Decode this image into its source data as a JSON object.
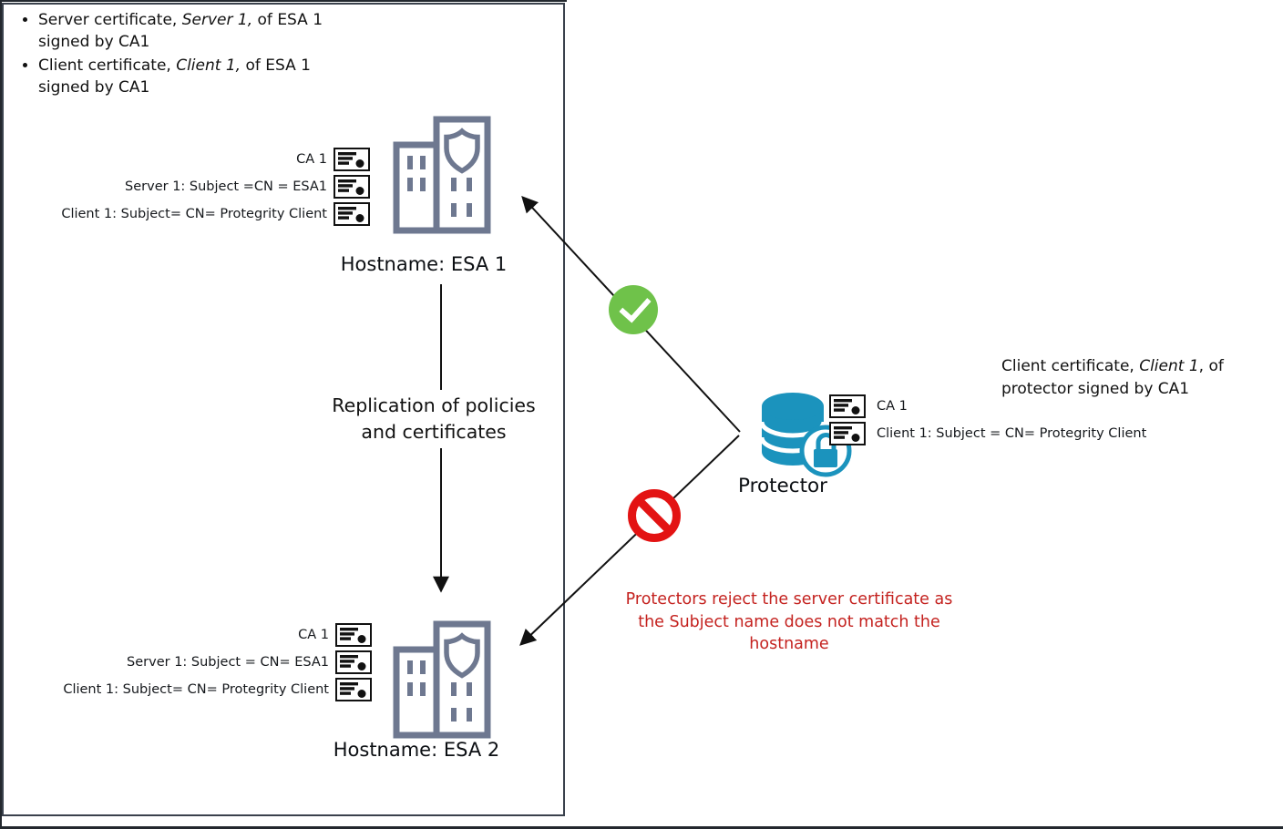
{
  "bullets": [
    {
      "line1": {
        "pre": "Server certificate, ",
        "italic": "Server 1,",
        "post": " of ESA 1"
      },
      "line2": "signed by CA1"
    },
    {
      "line1": {
        "pre": "Client certificate, ",
        "italic": "Client 1,",
        "post": " of ESA 1"
      },
      "line2": "signed by CA1"
    }
  ],
  "esa1": {
    "certs": [
      "CA 1",
      "Server 1: Subject =CN = ESA1",
      "Client 1: Subject= CN= Protegrity Client"
    ],
    "hostname": "Hostname: ESA 1"
  },
  "esa2": {
    "certs": [
      "CA 1",
      "Server 1: Subject = CN= ESA1",
      "Client 1: Subject= CN= Protegrity Client"
    ],
    "hostname": "Hostname: ESA 2"
  },
  "replication": {
    "line1": "Replication of policies",
    "line2": "and certificates"
  },
  "protector": {
    "label": "Protector",
    "certs": [
      "CA 1",
      "Client 1: Subject = CN= Protegrity Client"
    ]
  },
  "protector_note": {
    "pre": "Client certificate, ",
    "italic": "Client 1",
    "post": ", of protector signed by CA1"
  },
  "rejection_note": {
    "line1": "Protectors reject the server certificate as",
    "line2": "the Subject name does not match the",
    "line3": "hostname"
  },
  "colors": {
    "building_gray": "#6e7890",
    "protector_teal": "#1b93bd",
    "check_green": "#6fc24a",
    "reject_red": "#e31313",
    "warning_text_red": "#c4221f",
    "line_black": "#111111"
  }
}
